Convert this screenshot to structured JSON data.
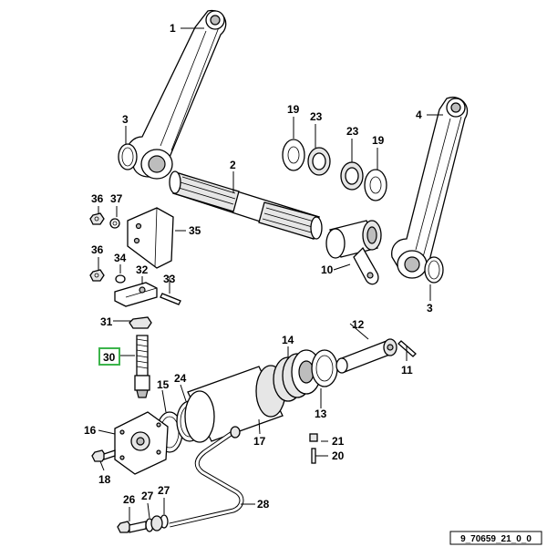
{
  "diagram": {
    "reference_code": "9_70659_21_0_0",
    "highlighted_callout": "30",
    "highlight_color": "#3cb44b",
    "callouts": {
      "c1": "1",
      "c2": "2",
      "c3a": "3",
      "c3b": "3",
      "c4": "4",
      "c10": "10",
      "c11": "11",
      "c12": "12",
      "c13": "13",
      "c14": "14",
      "c15": "15",
      "c16": "16",
      "c17": "17",
      "c18": "18",
      "c19a": "19",
      "c19b": "19",
      "c20": "20",
      "c21": "21",
      "c23a": "23",
      "c23b": "23",
      "c24": "24",
      "c26": "26",
      "c27a": "27",
      "c27b": "27",
      "c28": "28",
      "c30": "30",
      "c31": "31",
      "c32": "32",
      "c33": "33",
      "c34": "34",
      "c35": "35",
      "c36a": "36",
      "c36b": "36",
      "c37": "37"
    }
  }
}
